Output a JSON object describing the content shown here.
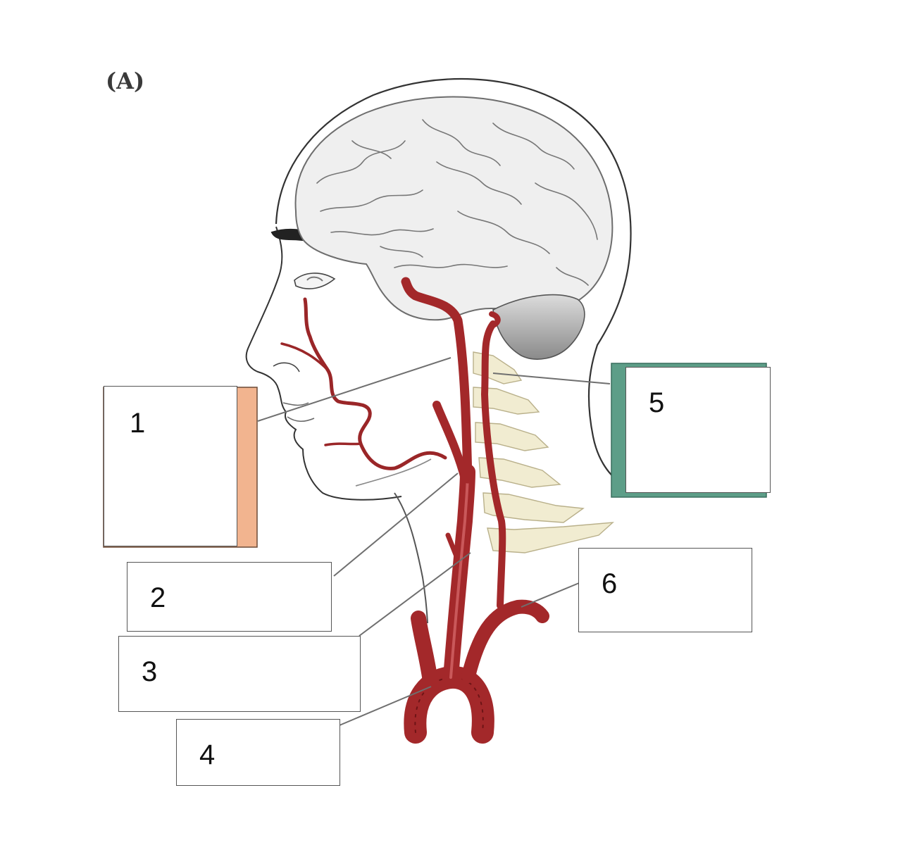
{
  "figure": {
    "panel_letter": "(A)",
    "colors": {
      "artery": "#a3282a",
      "artery_dark": "#6e1416",
      "artery_light": "#c9585a",
      "brain_fill": "#efefef",
      "brain_line": "#6d6d6d",
      "vertebra_fill": "#f1ecd1",
      "outline": "#333333",
      "leader_line": "#6f6f6f",
      "box1_backing": "#f2b48f",
      "box5_backing": "#5d9e88"
    }
  },
  "labels": [
    {
      "id": "1",
      "number": "1"
    },
    {
      "id": "2",
      "number": "2"
    },
    {
      "id": "3",
      "number": "3"
    },
    {
      "id": "4",
      "number": "4"
    },
    {
      "id": "5",
      "number": "5"
    },
    {
      "id": "6",
      "number": "6"
    }
  ]
}
